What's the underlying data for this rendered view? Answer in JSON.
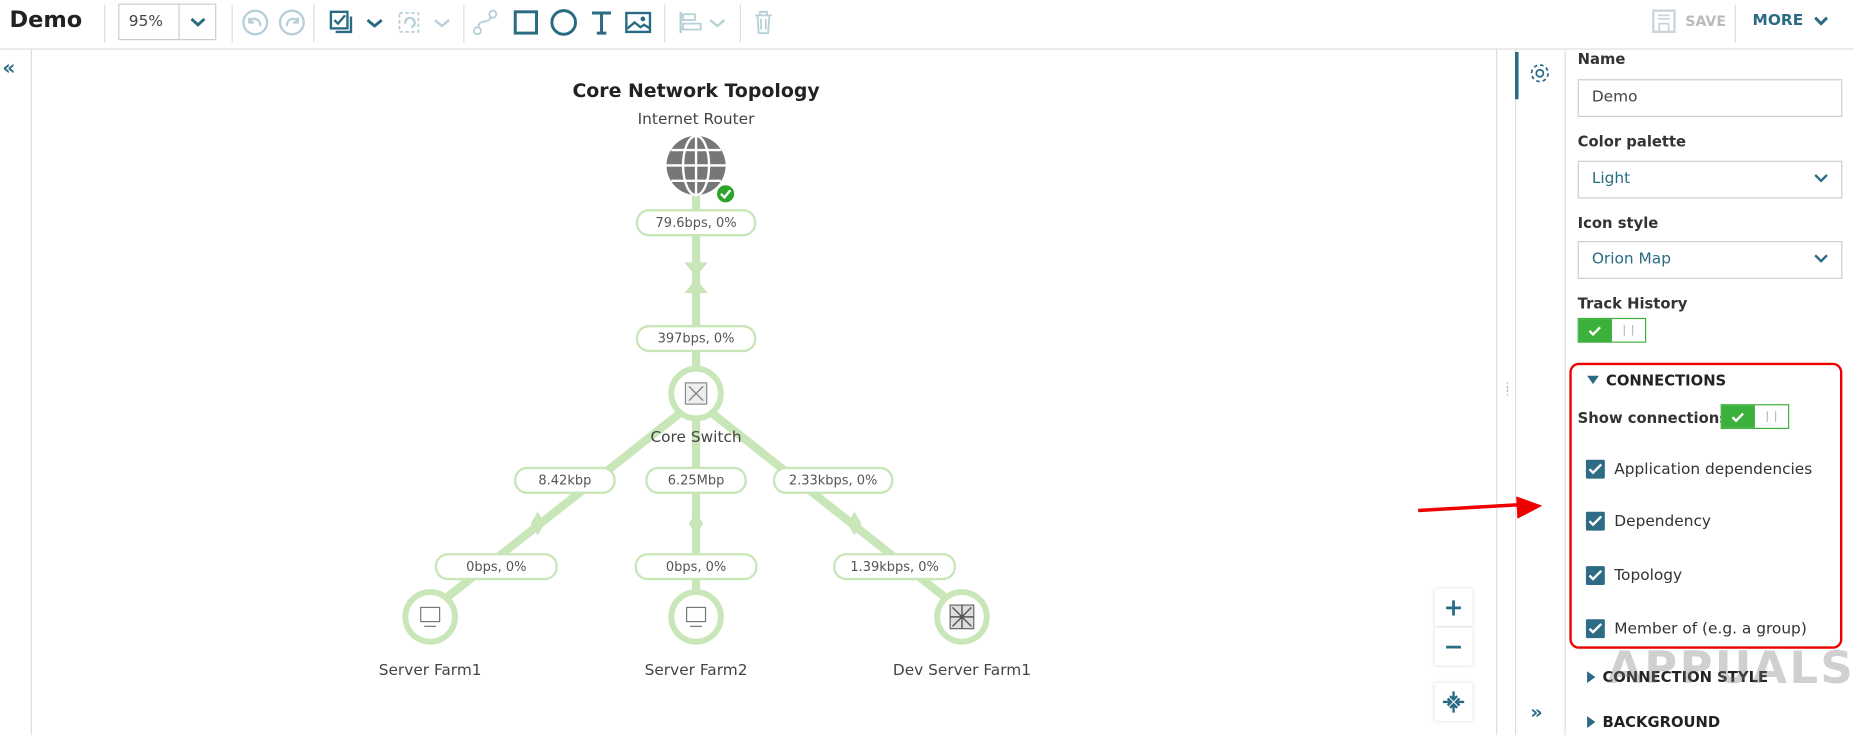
{
  "toolbar": {
    "title": "Demo",
    "zoom_value": "95%",
    "save_label": "SAVE",
    "more_label": "MORE"
  },
  "diagram": {
    "title": "Core Network Topology",
    "nodes": [
      {
        "label": "Internet Router",
        "icon": "globe-icon",
        "status": "up"
      },
      {
        "label": "Core Switch",
        "icon": "switch-icon"
      },
      {
        "label": "Server Farm1",
        "icon": "server-icon"
      },
      {
        "label": "Server Farm2",
        "icon": "server-icon"
      },
      {
        "label": "Dev Server Farm1",
        "icon": "switch-icon"
      }
    ],
    "links": [
      {
        "label": "79.6bps,  0%"
      },
      {
        "label": "397bps,  0%"
      },
      {
        "label": "8.42kbp"
      },
      {
        "label": "6.25Mbp"
      },
      {
        "label": "2.33kbps,  0%"
      },
      {
        "label": "0bps,  0%"
      },
      {
        "label": "0bps,  0%"
      },
      {
        "label": "1.39kbps,  0%"
      }
    ]
  },
  "panel": {
    "name_label": "Name",
    "name_value": "Demo",
    "palette_label": "Color palette",
    "palette_value": "Light",
    "icon_style_label": "Icon style",
    "icon_style_value": "Orion Map",
    "track_history_label": "Track History",
    "track_history_on": true,
    "connections": {
      "title": "CONNECTIONS",
      "show_label": "Show connections",
      "show_on": true,
      "items": [
        {
          "label": "Application dependencies",
          "checked": true
        },
        {
          "label": "Dependency",
          "checked": true
        },
        {
          "label": "Topology",
          "checked": true
        },
        {
          "label": "Member of (e.g. a group)",
          "checked": true
        }
      ]
    },
    "connection_style_label": "CONNECTION STYLE",
    "background_label": "BACKGROUND"
  },
  "watermark": "APPUALS",
  "colors": {
    "accent": "#2a6b84",
    "toggle": "#3bb03b",
    "link": "#c9e6b8",
    "highlight": "#e00000"
  }
}
